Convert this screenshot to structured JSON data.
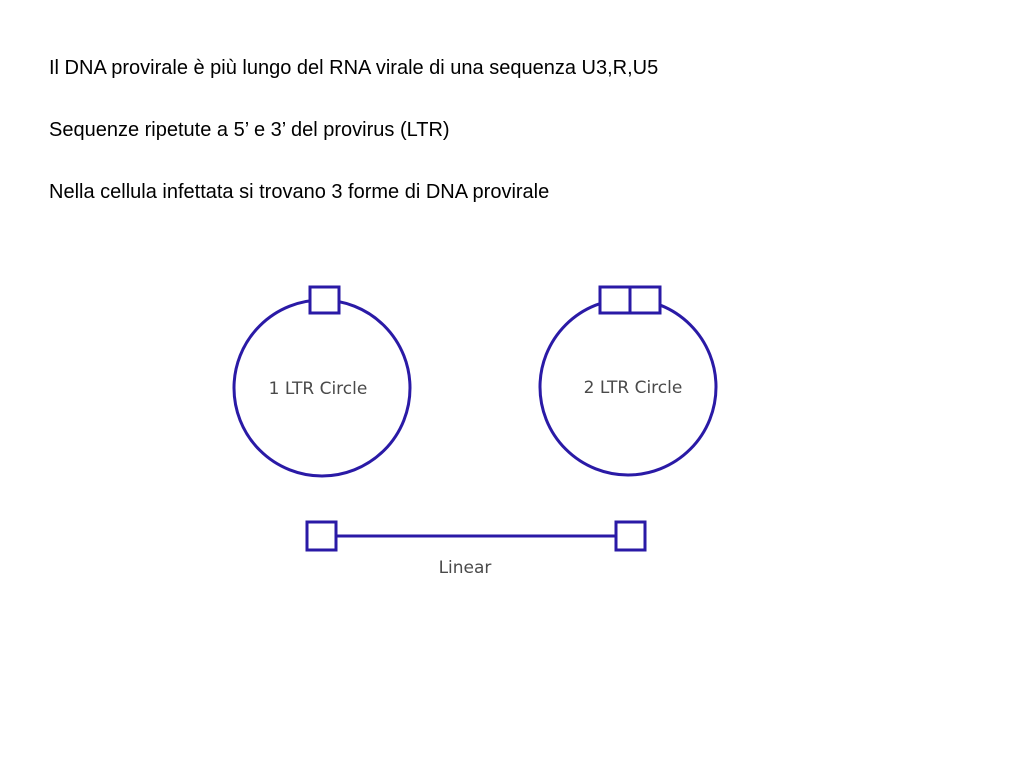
{
  "text": {
    "line1": "Il DNA provirale è più lungo del RNA virale di una sequenza  U3,R,U5",
    "line2": "Sequenze ripetute a 5’ e 3’ del provirus (LTR)",
    "line3": "Nella cellula infettata si trovano 3 forme di DNA provirale"
  },
  "diagram": {
    "stroke_color": "#2a1aa6",
    "label_color": "#4a4a4a",
    "forms": {
      "one_ltr_circle": "1 LTR Circle",
      "two_ltr_circle": "2 LTR Circle",
      "linear": "Linear"
    }
  }
}
